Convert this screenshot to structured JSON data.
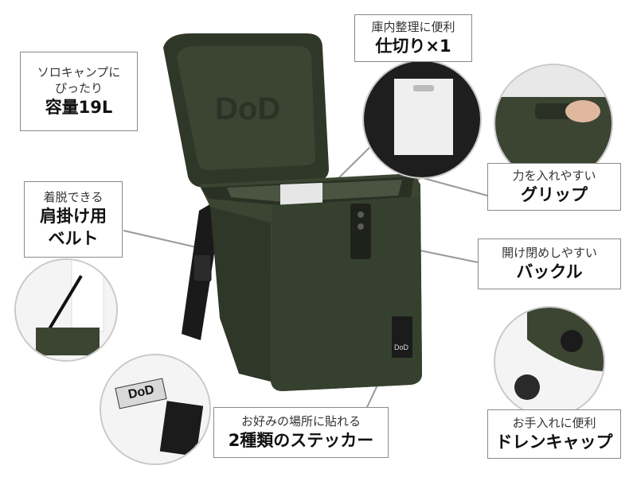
{
  "callouts": {
    "capacity": {
      "line1": "ソロキャンプに",
      "line2": "ぴったり",
      "line3": "容量19L"
    },
    "divider": {
      "line1": "庫内整理に便利",
      "line2": "仕切り×1"
    },
    "grip": {
      "line1": "力を入れやすい",
      "line2": "グリップ"
    },
    "belt": {
      "line1": "着脱できる",
      "line2": "肩掛け用",
      "line3": "ベルト"
    },
    "buckle": {
      "line1": "開け閉めしやすい",
      "line2": "バックル"
    },
    "drain": {
      "line1": "お手入れに便利",
      "line2": "ドレンキャップ"
    },
    "stickers": {
      "line1": "お好みの場所に貼れる",
      "line2": "2種類のステッカー"
    }
  },
  "brand": {
    "logo_text": "DoD",
    "sticker_text": "DoD"
  },
  "colors": {
    "body": "#3b4532",
    "body_dark": "#2a3124",
    "interior": "#4a5440",
    "belt": "#1a1a1a",
    "line": "#9a9a9a"
  }
}
